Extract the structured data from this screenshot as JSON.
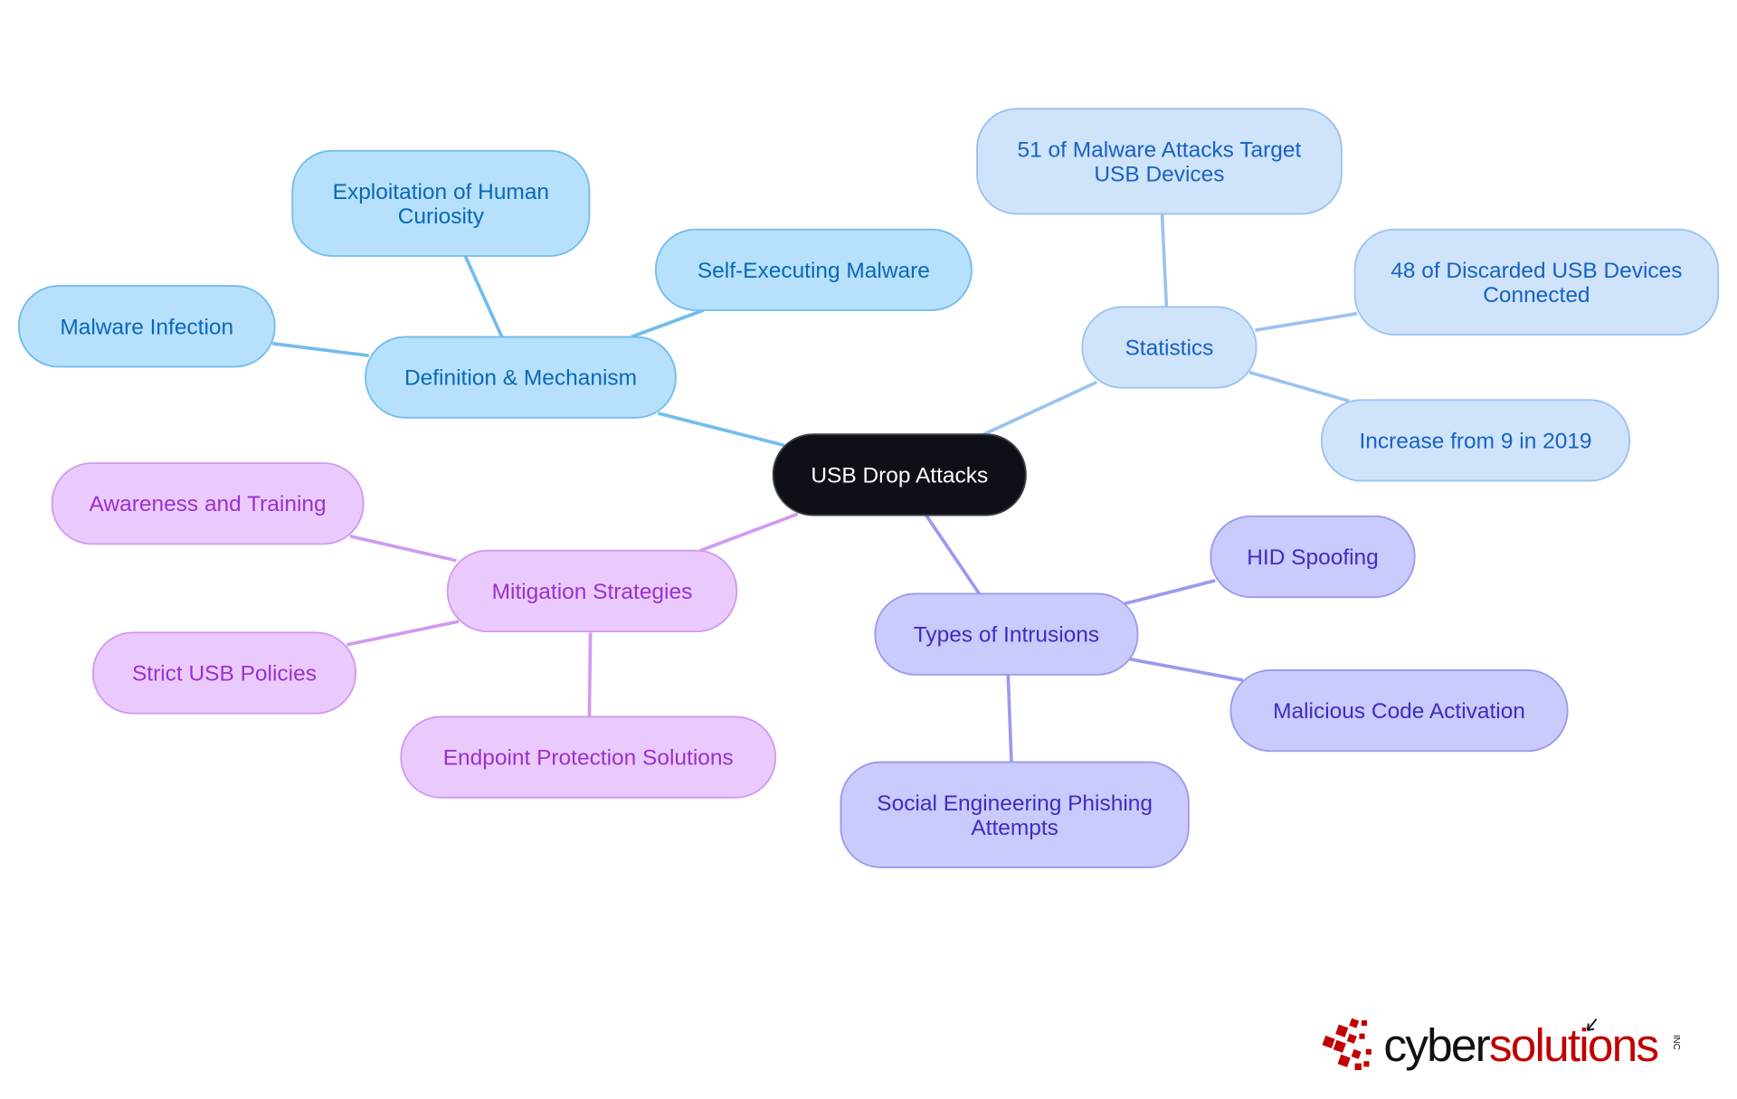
{
  "mindmap": {
    "root": {
      "label": [
        "USB Drop Attacks"
      ]
    },
    "branches": [
      {
        "id": "definition",
        "label": [
          "Definition & Mechanism"
        ],
        "colors": {
          "fill": "#b6e0fc",
          "stroke": "#72bcee",
          "text": "#0a68b8",
          "line": "#72bcee"
        },
        "children": [
          {
            "label": [
              "Exploitation of Human",
              "Curiosity"
            ]
          },
          {
            "label": [
              "Self-Executing Malware"
            ]
          },
          {
            "label": [
              "Malware Infection"
            ]
          }
        ]
      },
      {
        "id": "statistics",
        "label": [
          "Statistics"
        ],
        "colors": {
          "fill": "#cfe3fb",
          "stroke": "#9cc2ef",
          "text": "#1662c4",
          "line": "#9cc2ef"
        },
        "children": [
          {
            "label": [
              "51 of Malware Attacks Target",
              "USB Devices"
            ]
          },
          {
            "label": [
              "48 of Discarded USB Devices",
              "Connected"
            ]
          },
          {
            "label": [
              "Increase from 9 in 2019"
            ]
          }
        ]
      },
      {
        "id": "types",
        "label": [
          "Types of Intrusions"
        ],
        "colors": {
          "fill": "#cacafd",
          "stroke": "#9a9af0",
          "text": "#3a2fc0",
          "line": "#9a9af0"
        },
        "children": [
          {
            "label": [
              "HID Spoofing"
            ]
          },
          {
            "label": [
              "Malicious Code Activation"
            ]
          },
          {
            "label": [
              "Social Engineering Phishing",
              "Attempts"
            ]
          }
        ]
      },
      {
        "id": "mitigation",
        "label": [
          "Mitigation Strategies"
        ],
        "colors": {
          "fill": "#eacafd",
          "stroke": "#d09af0",
          "text": "#9b30d0",
          "line": "#d09af0"
        },
        "children": [
          {
            "label": [
              "Awareness and Training"
            ]
          },
          {
            "label": [
              "Strict USB Policies"
            ]
          },
          {
            "label": [
              "Endpoint Protection Solutions"
            ]
          }
        ]
      }
    ],
    "root_colors": {
      "fill": "#0d1117",
      "text": "#ffffff"
    }
  },
  "logo": {
    "text_black": "cyber",
    "text_red": "solutions",
    "suffix": "INC",
    "colors": {
      "black": "#111111",
      "red": "#c00000"
    }
  }
}
